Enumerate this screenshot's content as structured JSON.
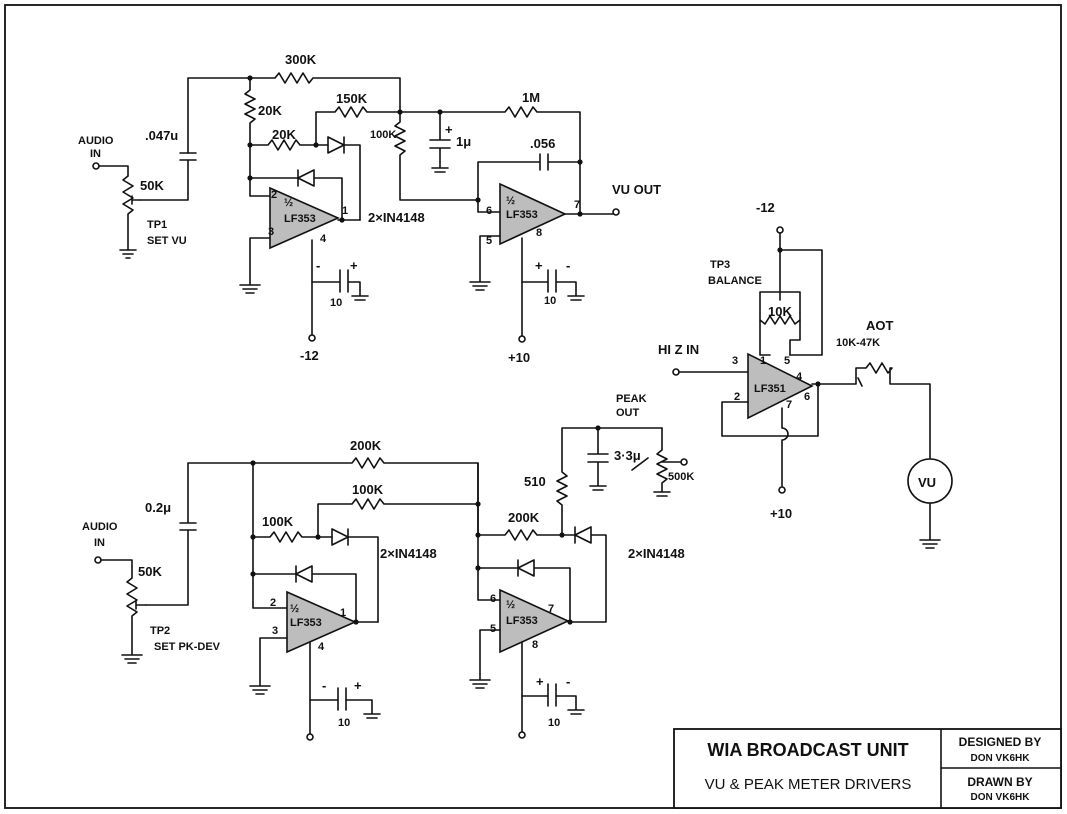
{
  "title_block": {
    "title": "WIA BROADCAST UNIT",
    "subtitle": "VU & PEAK METER DRIVERS",
    "designed_by_label": "DESIGNED BY",
    "designed_by_name": "DON VK6HK",
    "drawn_by_label": "DRAWN BY",
    "drawn_by_name": "DON VK6HK"
  },
  "circuit_top": {
    "input_label_1": "AUDIO",
    "input_label_2": "IN",
    "input_cap": ".047u",
    "pot": "50K",
    "test_point": "TP1",
    "test_point_desc": "SET VU",
    "r_300k": "300K",
    "r_20k_a": "20K",
    "r_20k_b": "20K",
    "r_150k": "150K",
    "r_100k": "100K",
    "r_1m": "1M",
    "cap_1u": "1μ",
    "cap_056": ".056",
    "diodes": "2×IN4148",
    "opamp1_half": "½",
    "opamp1": "LF353",
    "opamp2_half": "½",
    "opamp2": "LF353",
    "output": "VU OUT",
    "cap_10_a": "10",
    "cap_10_b": "10",
    "rail_neg": "-12",
    "rail_pos": "+10",
    "pins": {
      "p2": "2",
      "p3": "3",
      "p1": "1",
      "p4": "4",
      "p6": "6",
      "p5": "5",
      "p7": "7",
      "p8": "8"
    }
  },
  "circuit_bottom": {
    "input_label_1": "AUDIO",
    "input_label_2": "IN",
    "input_cap": "0.2μ",
    "pot": "50K",
    "test_point": "TP2",
    "test_point_desc": "SET PK-DEV",
    "r_200k_top": "200K",
    "r_100k_top": "100K",
    "r_100k": "100K",
    "r_200k": "200K",
    "r_510": "510",
    "cap_33": "3·3μ",
    "pot_500k": "500K",
    "peak_out_1": "PEAK",
    "peak_out_2": "OUT",
    "diodes_a": "2×IN4148",
    "diodes_b": "2×IN4148",
    "opamp1_half": "½",
    "opamp1": "LF353",
    "opamp2_half": "½",
    "opamp2": "LF353",
    "cap_10_a": "10",
    "cap_10_b": "10",
    "pins": {
      "p2": "2",
      "p3": "3",
      "p1": "1",
      "p4": "4",
      "p6": "6",
      "p5": "5",
      "p7": "7",
      "p8": "8"
    }
  },
  "circuit_right": {
    "rail_neg": "-12",
    "test_point": "TP3",
    "test_point_desc": "BALANCE",
    "pot": "10K",
    "input": "HI Z IN",
    "opamp": "LF351",
    "aot_label": "AOT",
    "aot_value": "10K-47K",
    "meter": "VU",
    "rail_pos": "+10",
    "pins": {
      "p3": "3",
      "p1": "1",
      "p5": "5",
      "p4": "4",
      "p2": "2",
      "p7": "7",
      "p6": "6"
    }
  }
}
